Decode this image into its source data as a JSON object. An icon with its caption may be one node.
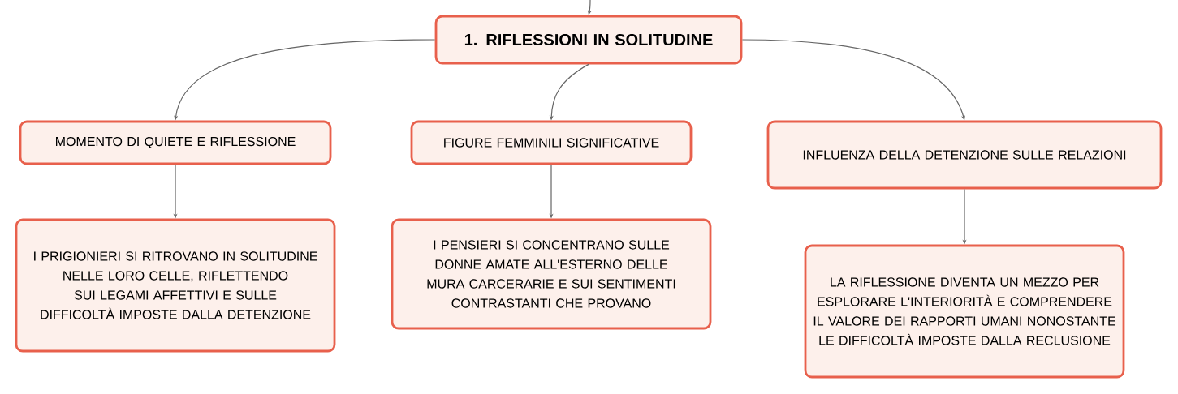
{
  "diagram": {
    "nodes": [
      {
        "text": [
          "1. RIFLESSIONI IN SOLITUDINE"
        ]
      },
      {
        "text": [
          "MOMENTO DI QUIETE E RIFLESSIONE"
        ]
      },
      {
        "text": [
          "FIGURE FEMMINILI SIGNIFICATIVE"
        ]
      },
      {
        "text": [
          "INFLUENZA DELLA DETENZIONE SULLE RELAZIONI"
        ]
      },
      {
        "text": [
          "I PRIGIONIERI SI RITROVANO IN SOLITUDINE NELLE LORO CELLE, RIFLETTENDO SUI LEGAMI AFFETTIVI E SULLE DIFFICOLTÀ IMPOSTE DALLA DETENZIONE"
        ]
      },
      {
        "text": [
          "I PENSIERI SI CONCENTRANO SULLE DONNE AMATE ALL'ESTERNO DELLE MURA CARCERARIE E SUI SENTIMENTI CONTRASTANTI CHE PROVANO"
        ]
      },
      {
        "text": [
          "LA RIFLESSIONE DIVENTA UN MEZZO PER ESPLORARE L'INTERIORITÀ E COMPRENDERE IL VALORE DEI RAPPORTI UMANI NONOSTANTE LE DIFFICOLTÀ IMPOSTE DALLA RECLUSIONE"
        ]
      }
    ],
    "edges": [
      {
        "from": null,
        "to": 0,
        "arrow": "to"
      },
      {
        "from": 0,
        "to": 1,
        "arrow": "to"
      },
      {
        "from": 0,
        "to": 2,
        "arrow": "to"
      },
      {
        "from": 0,
        "to": 3,
        "arrow": "to"
      },
      {
        "from": 1,
        "to": 4,
        "arrow": "to"
      },
      {
        "from": 2,
        "to": 5,
        "arrow": "to"
      },
      {
        "from": 3,
        "to": 6,
        "arrow": "to"
      }
    ]
  }
}
